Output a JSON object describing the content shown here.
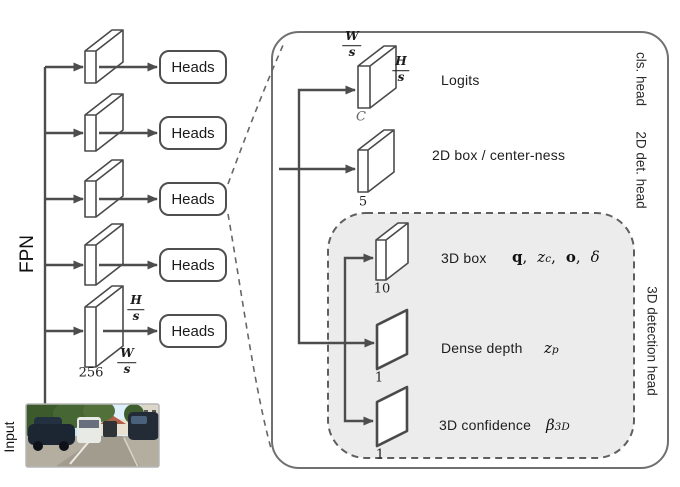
{
  "left": {
    "fpn_label": "FPN",
    "input_label": "Input",
    "heads": [
      "Heads",
      "Heads",
      "Heads",
      "Heads",
      "Heads"
    ],
    "frac_h": {
      "num": "H",
      "den": "s"
    },
    "frac_w": {
      "num": "W",
      "den": "s"
    },
    "channels_label": "256"
  },
  "panel": {
    "frac_w": {
      "num": "W",
      "den": "s"
    },
    "frac_h": {
      "num": "H",
      "den": "s"
    },
    "rows": {
      "logits": {
        "label": "Logits",
        "dim": "C"
      },
      "box2d": {
        "label": "2D box / center-ness",
        "dim": "5"
      },
      "box3d": {
        "label": "3D box",
        "dim": "10"
      },
      "dense": {
        "label": "Dense depth",
        "dim": "1"
      },
      "conf": {
        "label": "3D confidence",
        "dim": "1"
      }
    },
    "math": {
      "q": "q",
      "comma1": ",",
      "z": "z",
      "z_sub": "c",
      "comma2": ",",
      "o": "o",
      "comma3": ",",
      "delta": "δ",
      "zp": "z",
      "zp_sub": "p",
      "beta": "β",
      "beta_sub": "3D"
    },
    "side_labels": {
      "cls": "cls. head",
      "det2d": "2D det. head",
      "det3d": "3D detection head"
    }
  },
  "colors": {
    "line": "#4d4d4d",
    "panel_border": "#707070",
    "gray_region_fill": "#ececec",
    "gray_region_border": "#5f5f5f"
  }
}
